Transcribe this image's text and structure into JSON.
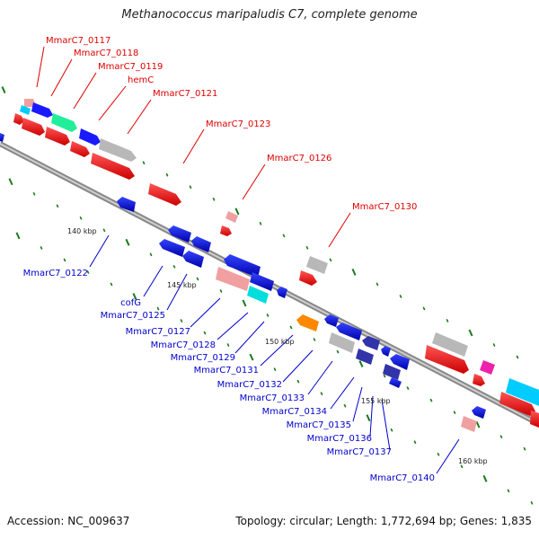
{
  "title": "Methanococcus maripaludis C7, complete genome",
  "footer": {
    "accession": "Accession: NC_009637",
    "topology": "Topology: circular; Length: 1,772,694 bp; Genes: 1,835"
  },
  "colors": {
    "forward_label": "#dd0000",
    "reverse_label": "#0000cc",
    "backbone": "#999999",
    "tick": "#1a7a1a"
  },
  "kbp_labels": [
    "140 kbp",
    "145 kbp",
    "150 kbp",
    "155 kbp",
    "160 kbp"
  ],
  "forward_labels": [
    "MmarC7_0117",
    "MmarC7_0118",
    "MmarC7_0119",
    "hemC",
    "MmarC7_0121",
    "MmarC7_0123",
    "MmarC7_0126",
    "MmarC7_0130"
  ],
  "reverse_labels": [
    "MmarC7_0122",
    "cofG",
    "MmarC7_0125",
    "MmarC7_0127",
    "MmarC7_0128",
    "MmarC7_0129",
    "MmarC7_0131",
    "MmarC7_0132",
    "MmarC7_0133",
    "MmarC7_0134",
    "MmarC7_0135",
    "MmarC7_0136",
    "MmarC7_0137",
    "MmarC7_0140"
  ]
}
